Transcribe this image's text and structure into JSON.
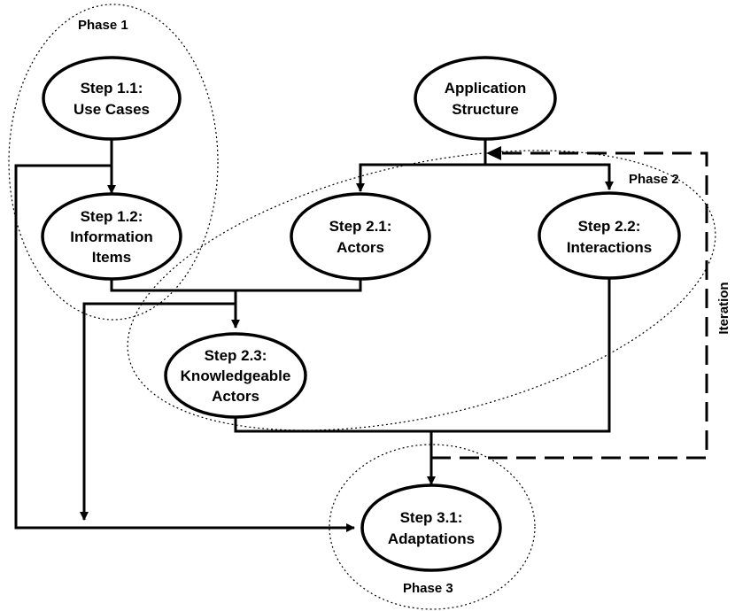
{
  "phases": {
    "phase1": "Phase 1",
    "phase2": "Phase 2",
    "phase3": "Phase 3"
  },
  "iteration_label": "Iteration",
  "nodes": {
    "step_1_1": [
      "Step 1.1:",
      "Use Cases"
    ],
    "step_1_2": [
      "Step 1.2:",
      "Information",
      "Items"
    ],
    "app_structure": [
      "Application",
      "Structure"
    ],
    "step_2_1": [
      "Step 2.1:",
      "Actors"
    ],
    "step_2_2": [
      "Step 2.2:",
      "Interactions"
    ],
    "step_2_3": [
      "Step 2.3:",
      "Knowledgeable",
      "Actors"
    ],
    "step_3_1": [
      "Step 3.1:",
      "Adaptations"
    ]
  }
}
